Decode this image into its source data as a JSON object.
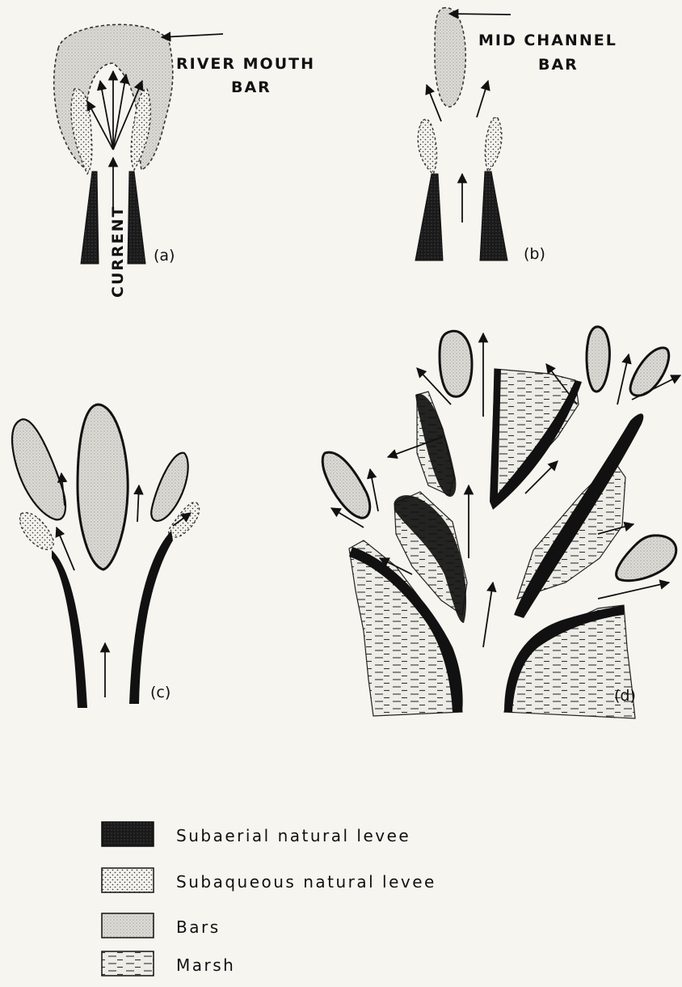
{
  "labels": {
    "river_mouth_bar_line1": "RIVER MOUTH",
    "river_mouth_bar_line2": "BAR",
    "mid_channel_bar_line1": "MID CHANNEL",
    "mid_channel_bar_line2": "BAR",
    "current": "CURRENT"
  },
  "panels": [
    "(a)",
    "(b)",
    "(c)",
    "(d)"
  ],
  "legend": [
    {
      "label": "Subaerial natural levee",
      "pattern": "subaerial"
    },
    {
      "label": "Subaqueous natural levee",
      "pattern": "subaqueous"
    },
    {
      "label": "Bars",
      "pattern": "bars"
    },
    {
      "label": "Marsh",
      "pattern": "marsh"
    }
  ],
  "colors": {
    "ink": "#111111",
    "paper": "#f6f5f0",
    "bar_fill": "#d9d8d2",
    "marsh_fill": "#ecebe5"
  }
}
